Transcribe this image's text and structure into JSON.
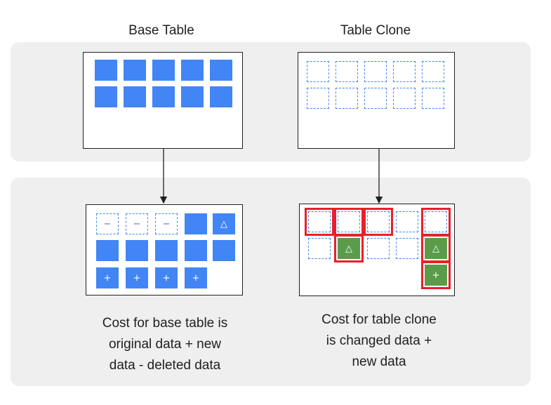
{
  "headings": {
    "base": "Base Table",
    "clone": "Table Clone"
  },
  "captions": {
    "base": [
      "Cost for base table is",
      "original data + new",
      "data - deleted data"
    ],
    "clone": [
      "Cost for table clone",
      "is changed data +",
      "new data"
    ]
  },
  "symbols": {
    "minus": "−",
    "delta": "△",
    "plus": "+"
  },
  "colors": {
    "blue": "#4285f4",
    "green": "#5a9c4a",
    "highlight_red": "#e8202a",
    "panel": "#efefef"
  }
}
